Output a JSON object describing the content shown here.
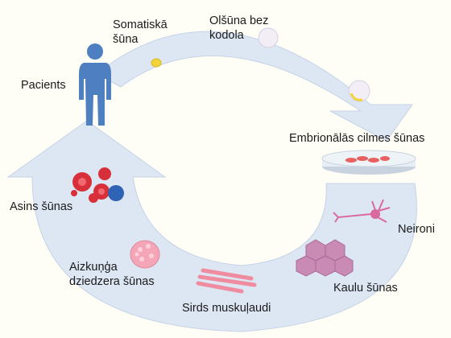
{
  "labels": {
    "patient": "Pacients",
    "somatic_cell": "Somatiskā\nšūna",
    "enucleated_egg": "Olšūna bez\nkodola",
    "embryonic_stem_cells": "Embrionālās cilmes šūnas",
    "neurons": "Neironi",
    "bone_cells": "Kaulu šūnas",
    "heart_muscle": "Sirds muskuļaudi",
    "pancreatic_cells": "Aizkuņģa\ndziedzera šūnas",
    "blood_cells": "Asins šūnas"
  },
  "colors": {
    "background": "#fffef6",
    "arrow_fill": "#dde7f3",
    "arrow_edge": "#c5d3e6",
    "patient": "#4e7fc0",
    "blood_red": "#d8303a",
    "blood_blue": "#2f63b4",
    "pancreas": "#f4a6b8",
    "heart": "#f08ca0",
    "bone": "#c98ab4",
    "neuron": "#d86aa0",
    "egg": "#f3eef5",
    "somatic": "#f2d33a",
    "dish": "#e8eef5",
    "dish_cells": "#e86060"
  }
}
